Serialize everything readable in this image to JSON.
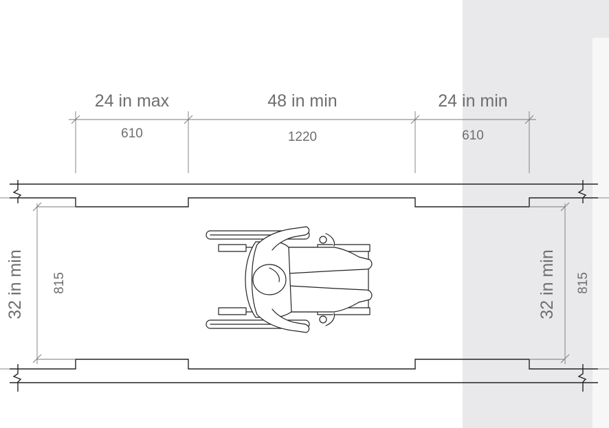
{
  "colors": {
    "background": "#ffffff",
    "shaded_panel": "#e9e9ec",
    "panel_edge": "#f7f7f7",
    "dimension_text": "#6e6e6e",
    "linework": "#222222"
  },
  "dimensions": {
    "top": [
      {
        "imperial": "24 in max",
        "metric": "610"
      },
      {
        "imperial": "48 in min",
        "metric": "1220"
      },
      {
        "imperial": "24 in min",
        "metric": "610"
      }
    ],
    "left": {
      "imperial": "32 in min",
      "metric": "815"
    },
    "right": {
      "imperial": "32 in min",
      "metric": "815"
    }
  },
  "figure": {
    "icon": "wheelchair-user-icon"
  }
}
